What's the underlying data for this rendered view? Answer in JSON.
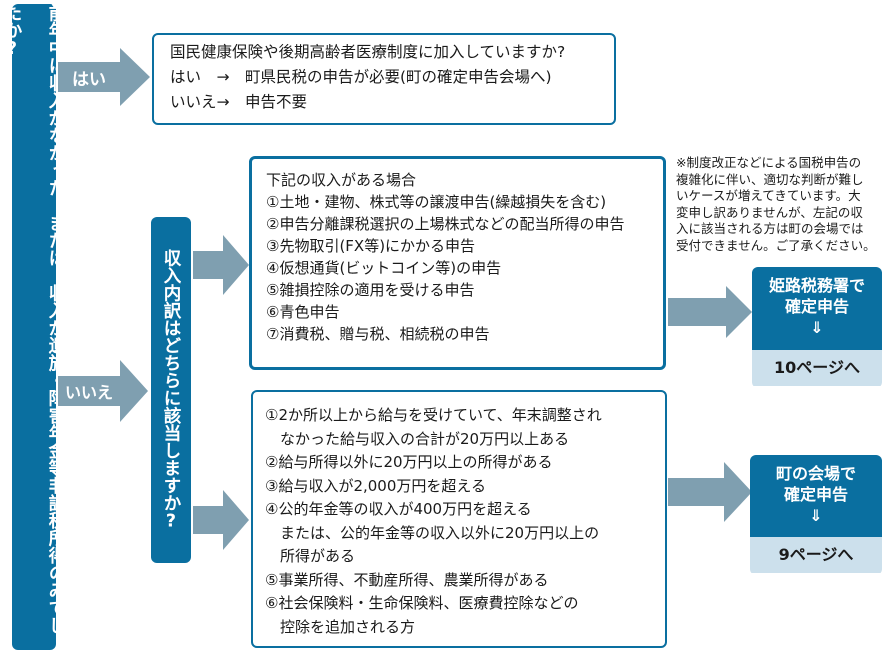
{
  "left_question": "前年中に収入がなかった。または、収入が遺族・障害年金等非課税所得のみでしたか?",
  "yes_arrow_label": "はい",
  "no_arrow_label": "いいえ",
  "yes_box": {
    "lines": [
      "国民健康保険や後期高齢者医療制度に加入していますか?",
      "はい　→　町県民税の申告が必要(町の確定申告会場へ)",
      "いいえ→　申告不要"
    ]
  },
  "middle_question": "収入内訳はどちらに該当しますか?",
  "upper_box": {
    "heading": "下記の収入がある場合",
    "items": [
      "①土地・建物、株式等の譲渡申告(繰越損失を含む)",
      "②申告分離課税選択の上場株式などの配当所得の申告",
      "③先物取引(FX等)にかかる申告",
      "④仮想通貨(ビットコイン等)の申告",
      "⑤雑損控除の適用を受ける申告",
      "⑥青色申告",
      "⑦消費税、贈与税、相続税の申告"
    ]
  },
  "note": "※制度改正などによる国税申告の複雑化に伴い、適切な判断が難しいケースが増えてきています。大変申し訳ありませんが、左記の収入に該当される方は町の会場では受付できません。ご了承ください。",
  "note_lines": [
    "※制度改正などによる国税申告の",
    "複雑化に伴い、適切な判断が難し",
    "いケースが増えてきています。大",
    "変申し訳ありませんが、左記の収",
    "入に該当される方は町の会場では",
    "受付できません。ご了承ください。"
  ],
  "lower_box": {
    "lines": [
      "①2か所以上から給与を受けていて、年末調整され",
      "　なかった給与収入の合計が20万円以上ある",
      "②給与所得以外に20万円以上の所得がある",
      "③給与収入が2,000万円を超える",
      "④公的年金等の収入が400万円を超える",
      "　または、公的年金等の収入以外に20万円以上の",
      "　所得がある",
      "⑤事業所得、不動産所得、農業所得がある",
      "⑥社会保険料・生命保険料、医療費控除などの",
      "　控除を追加される方"
    ]
  },
  "dest_tax_office": {
    "line1": "姫路税務署で",
    "line2": "確定申告",
    "arrow": "⇓",
    "page_link": "10ページへ"
  },
  "dest_town_venue": {
    "line1": "町の会場で",
    "line2": "確定申告",
    "arrow": "⇓",
    "page_link": "9ページへ"
  },
  "colors": {
    "primary": "#0a6fa0",
    "arrow": "#7f9fb0",
    "light": "#cce0ec"
  }
}
